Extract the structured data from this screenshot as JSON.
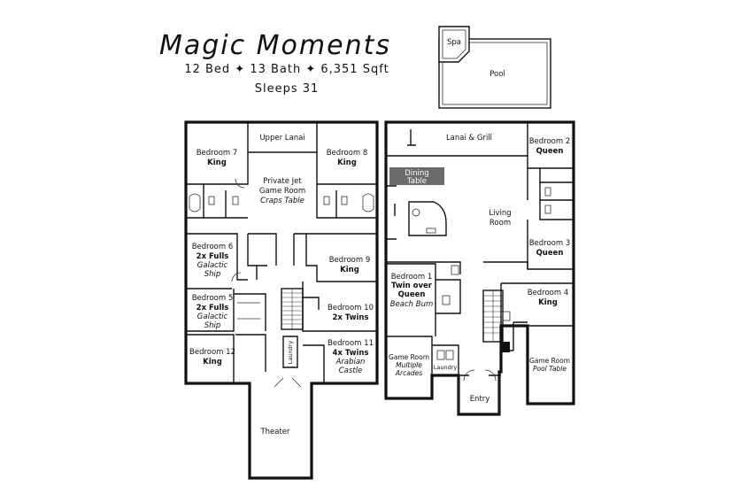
{
  "header": {
    "title": "Magic Moments",
    "stats": "12 Bed ✦ 13 Bath ✦ 6,351 Sqft",
    "sleeps": "Sleeps 31"
  },
  "pool_area": {
    "spa": "Spa",
    "pool": "Pool"
  },
  "upstairs": {
    "upper_lanai": "Upper Lanai",
    "bedroom7": {
      "name": "Bedroom 7",
      "bed": "King"
    },
    "bedroom8": {
      "name": "Bedroom 8",
      "bed": "King"
    },
    "game_room": {
      "line1": "Private Jet",
      "line2": "Game Room",
      "feature": "Craps Table"
    },
    "bedroom6": {
      "name": "Bedroom 6",
      "bed": "2x Fulls",
      "theme1": "Galactic",
      "theme2": "Ship"
    },
    "bedroom5": {
      "name": "Bedroom 5",
      "bed": "2x Fulls",
      "theme1": "Galactic",
      "theme2": "Ship"
    },
    "bedroom9": {
      "name": "Bedroom 9",
      "bed": "King"
    },
    "bedroom10": {
      "name": "Bedroom 10",
      "bed": "2x Twins"
    },
    "bedroom11": {
      "name": "Bedroom 11",
      "bed": "4x Twins",
      "theme1": "Arabian",
      "theme2": "Castle"
    },
    "bedroom12": {
      "name": "Bedroom 12",
      "bed": "King"
    },
    "laundry": "Laundry",
    "theater": "Theater"
  },
  "downstairs": {
    "lanai": "Lanai & Grill",
    "dining_line1": "Dining",
    "dining_line2": "Table",
    "living1": "Living",
    "living2": "Room",
    "bedroom2": {
      "name": "Bedroom 2",
      "bed": "Queen"
    },
    "bedroom3": {
      "name": "Bedroom 3",
      "bed": "Queen"
    },
    "bedroom1": {
      "name": "Bedroom 1",
      "bed1": "Twin over",
      "bed2": "Queen",
      "theme": "Beach Bum"
    },
    "bedroom4": {
      "name": "Bedroom 4",
      "bed": "King"
    },
    "game_arcade": {
      "line1": "Game Room",
      "line2": "Multiple",
      "line3": "Arcades"
    },
    "laundry": "Laundry",
    "game_pool": {
      "line1": "Game Room",
      "line2": "Pool Table"
    },
    "entry": "Entry"
  },
  "colors": {
    "ink": "#111111",
    "dining_fill": "#6b6b6b",
    "background": "#ffffff"
  }
}
